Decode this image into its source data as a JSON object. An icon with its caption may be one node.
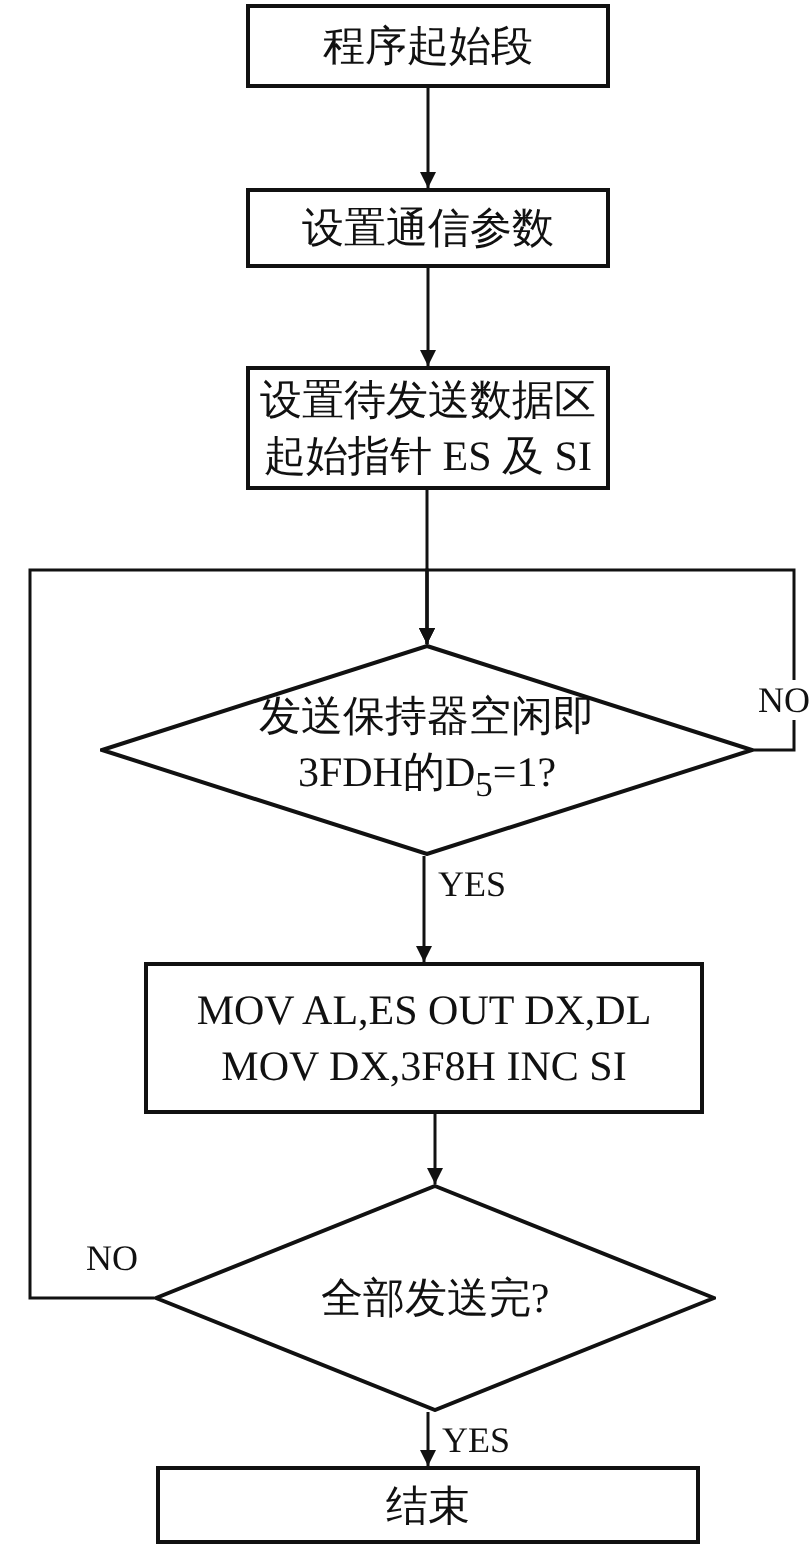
{
  "diagram": {
    "nodes": [
      {
        "text": [
          "程序起始段"
        ]
      },
      {
        "text": [
          "设置通信参数"
        ]
      },
      {
        "text": [
          "设置待发送数据区起始指针 ES 及 SI"
        ]
      },
      {
        "text": [
          "发送保持器空闲即3FDH的D$_{5}$=1?"
        ]
      },
      {
        "text": [
          "MOV AL,ES OUT DX,DL",
          "MOV DX,3F8H INC SI"
        ]
      },
      {
        "text": [
          "全部发送完?"
        ]
      },
      {
        "text": [
          "结束"
        ]
      }
    ],
    "edges": [
      {
        "from": 0,
        "to": 1,
        "arrow": "to"
      },
      {
        "from": 1,
        "to": 2,
        "arrow": "to"
      },
      {
        "from": 2,
        "to": 3,
        "arrow": "to"
      },
      {
        "from": 3,
        "to": 3,
        "arrow": "to",
        "label": "NO"
      },
      {
        "from": 3,
        "to": 4,
        "arrow": "to",
        "label": "YES"
      },
      {
        "from": 4,
        "to": 5,
        "arrow": "to"
      },
      {
        "from": 5,
        "to": 3,
        "arrow": "to",
        "label": "NO"
      },
      {
        "from": 5,
        "to": 6,
        "arrow": "to",
        "label": "YES"
      }
    ]
  }
}
